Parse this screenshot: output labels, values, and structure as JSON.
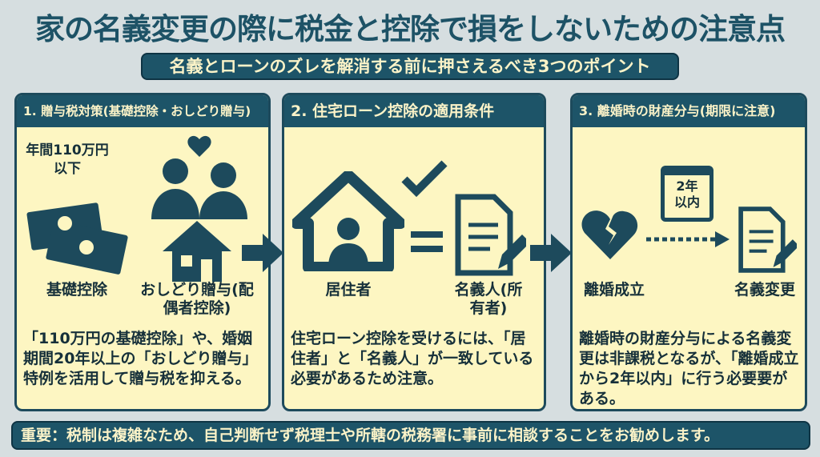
{
  "title": "家の名義変更の際に税金と控除で損をしないための注意点",
  "subtitle": "名義とローンのズレを解消する前に押さえるべき3つのポイント",
  "panels": [
    {
      "heading": "1. 贈与税対策(基礎控除・おしどり贈与)",
      "amount": "年間110万円以下",
      "label_left": "基礎控除",
      "label_right": "おしどり贈与(配偶者控除)",
      "description": "「110万円の基礎控除」や、婚姻期間20年以上の「おしどり贈与」特例を活用して贈与税を抑える。"
    },
    {
      "heading": "2. 住宅ローン控除の適用条件",
      "label_left": "居住者",
      "label_right": "名義人(所有者)",
      "description": "住宅ローン控除を受けるには、「居住者」と「名義人」が一致している必要があるため注意。"
    },
    {
      "heading": "3. 離婚時の財産分与(期限に注意)",
      "calendar": "2年以内",
      "label_left": "離婚成立",
      "label_right": "名義変更",
      "description": "離婚時の財産分与による名義変更は非課税となるが、「離婚成立から2年以内」に行う必要要がある。"
    }
  ],
  "footer": "重要：税制は複雑なため、自己判断せず税理士や所轄の税務署に事前に相談することをお勧めします。",
  "colors": {
    "teal": "#1d5468",
    "card": "#fdf6c2",
    "text": "#16303a"
  }
}
